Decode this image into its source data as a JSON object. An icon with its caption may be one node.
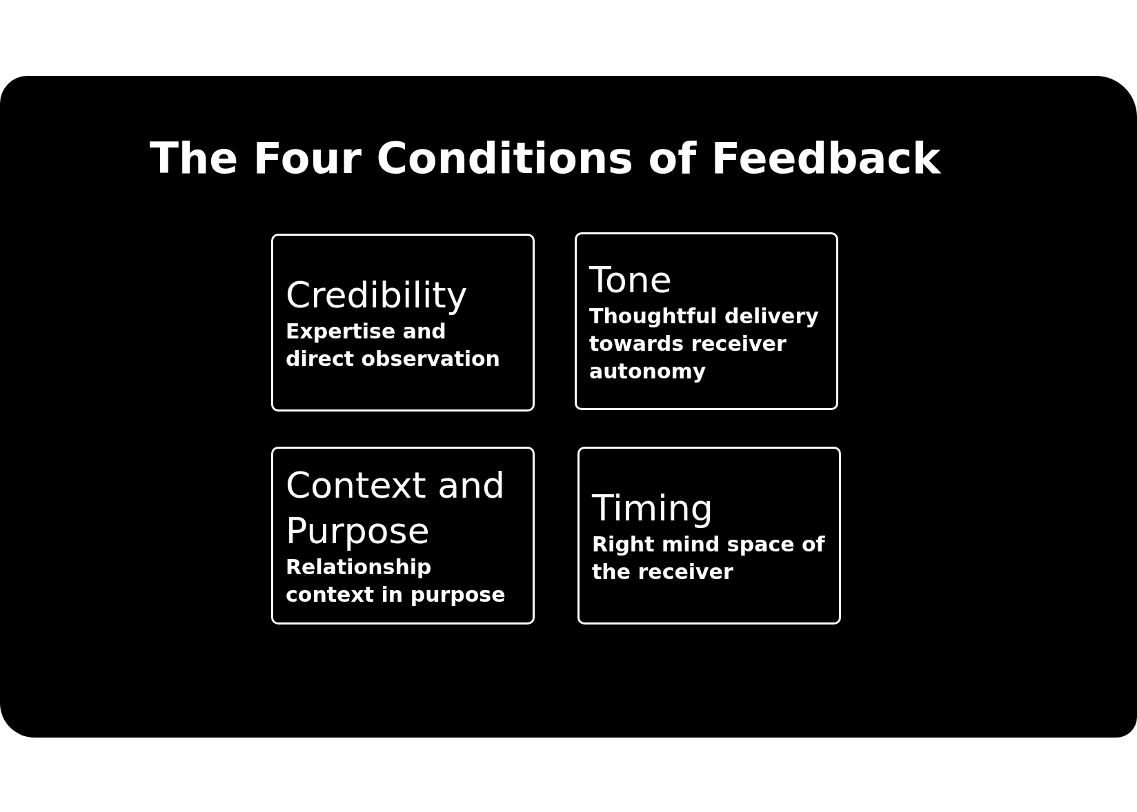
{
  "diagram": {
    "title": "The Four Conditions of Feedback",
    "nodes": [
      {
        "text": [
          "Credibility",
          "Expertise and direct observation"
        ]
      },
      {
        "text": [
          "Tone",
          "Thoughtful delivery towards receiver autonomy"
        ]
      },
      {
        "text": [
          "Context and Purpose",
          "Relationship context in purpose"
        ]
      },
      {
        "text": [
          "Timing",
          "Right mind space of the receiver"
        ]
      }
    ]
  }
}
